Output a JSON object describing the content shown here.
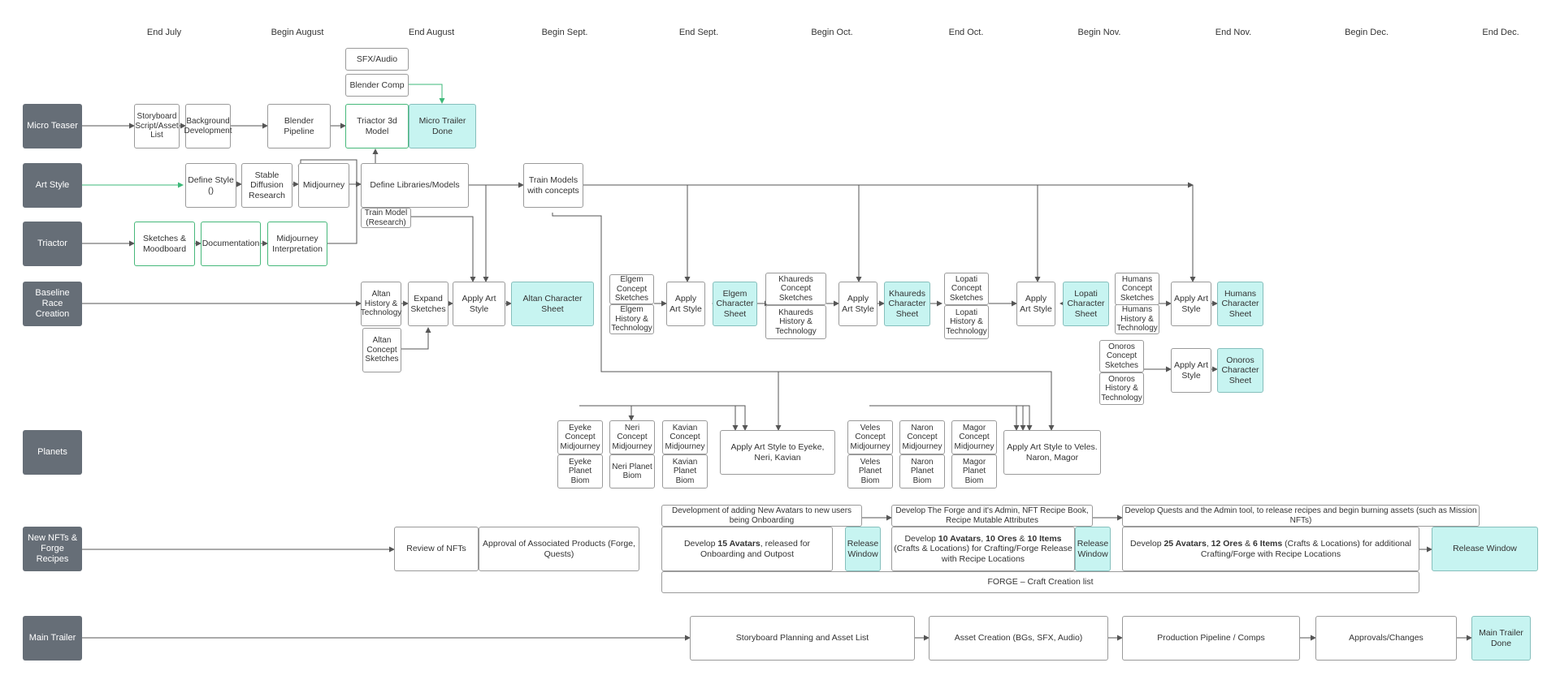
{
  "colors": {
    "lane": "#666e77",
    "highlight": "#c7f4f1",
    "green_border": "#46b87a",
    "line": "#555555",
    "green_line": "#3cb878"
  },
  "timeline": [
    "End July",
    "Begin August",
    "End August",
    "Begin Sept.",
    "End Sept.",
    "Begin Oct.",
    "End Oct.",
    "Begin Nov.",
    "End Nov.",
    "Begin Dec.",
    "End Dec."
  ],
  "lanes": {
    "micro_teaser": "Micro Teaser",
    "art_style": "Art Style",
    "triactor": "Triactor",
    "baseline_race": "Baseline Race Creation",
    "planets": "Planets",
    "new_nfts": "New NFTs & Forge Recipes",
    "main_trailer": "Main Trailer"
  },
  "micro": {
    "sfx_audio": "SFX/Audio",
    "blender_comp": "Blender Comp",
    "storyboard": "Storyboard Script/Asset List",
    "background_dev": "Background Development",
    "blender_pipeline": "Blender Pipeline",
    "triactor_model": "Triactor 3d Model",
    "trailer_done": "Micro Trailer Done"
  },
  "art": {
    "define_style": "Define Style ()",
    "stable_diffusion": "Stable Diffusion Research",
    "midjourney": "Midjourney",
    "define_libraries": "Define Libraries/Models",
    "train_model_research": "Train Model (Research)",
    "train_models_concepts": "Train Models with concepts"
  },
  "triactor": {
    "sketches": "Sketches & Moodboard",
    "documentation": "Documentation",
    "mj_interpretation": "Midjourney Interpretation"
  },
  "race": {
    "altan_history": "Altan History & Technology",
    "altan_concept": "Altan Concept Sketches",
    "expand_sketches": "Expand Sketches",
    "apply_art_style": "Apply Art Style",
    "altan_sheet": "Altan Character Sheet",
    "elgem_concept": "Elgem Concept Sketches",
    "elgem_history": "Elgem History & Technology",
    "elgem_sheet": "Elgem Character Sheet",
    "khaureds_concept": "Khaureds Concept Sketches",
    "khaureds_history": "Khaureds History & Technology",
    "khaureds_sheet": "Khaureds Character Sheet",
    "lopati_concept": "Lopati Concept Sketches",
    "lopati_history": "Lopati History & Technology",
    "lopati_sheet": "Lopati Character Sheet",
    "humans_concept": "Humans Concept Sketches",
    "humans_history": "Humans History & Technology",
    "humans_sheet": "Humans Character Sheet",
    "onoros_concept": "Onoros Concept Sketches",
    "onoros_history": "Onoros History & Technology",
    "onoros_sheet": "Onoros Character Sheet"
  },
  "planets": {
    "eyeke_concept": "Eyeke Concept Midjourney",
    "eyeke_biom": "Eyeke Planet Biom",
    "neri_concept": "Neri Concept Midjourney",
    "neri_biom": "Neri Planet Biom",
    "kavian_concept": "Kavian Concept Midjourney",
    "kavian_biom": "Kavian Planet Biom",
    "apply_group1": "Apply Art Style to Eyeke, Neri, Kavian",
    "veles_concept": "Veles Concept Midjourney",
    "veles_biom": "Veles Planet Biom",
    "naron_concept": "Naron Concept Midjourney",
    "naron_biom": "Naron Planet Biom",
    "magor_concept": "Magor Concept Midjourney",
    "magor_biom": "Magor Planet Biom",
    "apply_group2": "Apply Art Style to Veles. Naron, Magor"
  },
  "nfts": {
    "review": "Review of NFTs",
    "approval": "Approval of Associated Products (Forge, Quests)",
    "phase1_header": "Development of adding New Avatars to new users being Onboarding",
    "phase1_pre": "Develop ",
    "phase1_b1": "15 Avatars",
    "phase1_post": ", released for Onboarding and Outpost",
    "release_window_1": "Release Window",
    "phase2_header": "Develop The Forge and it's Admin, NFT Recipe Book, Recipe Mutable Attributes",
    "phase2_pre": "Develop ",
    "phase2_b1": "10 Avatars",
    "phase2_sep1": ", ",
    "phase2_b2": "10 Ores",
    "phase2_sep2": " & ",
    "phase2_b3": "10 Items",
    "phase2_post": " (Crafts & Locations) for Crafting/Forge Release with Recipe Locations",
    "release_window_2": "Release Window",
    "phase3_header": "Develop Quests and the Admin tool, to release recipes and begin burning assets (such as Mission NFTs)",
    "phase3_pre": "Develop ",
    "phase3_b1": "25 Avatars",
    "phase3_sep1": ", ",
    "phase3_b2": "12 Ores",
    "phase3_sep2": " & ",
    "phase3_b3": "6 Items",
    "phase3_post": " (Crafts & Locations) for additional Crafting/Forge with Recipe Locations",
    "release_window_3": "Release Window",
    "forge_list": "FORGE – Craft Creation list"
  },
  "trailer": {
    "storyboard": "Storyboard Planning and Asset List",
    "asset_creation": "Asset Creation (BGs, SFX, Audio)",
    "production": "Production Pipeline / Comps",
    "approvals": "Approvals/Changes",
    "done": "Main Trailer Done"
  }
}
